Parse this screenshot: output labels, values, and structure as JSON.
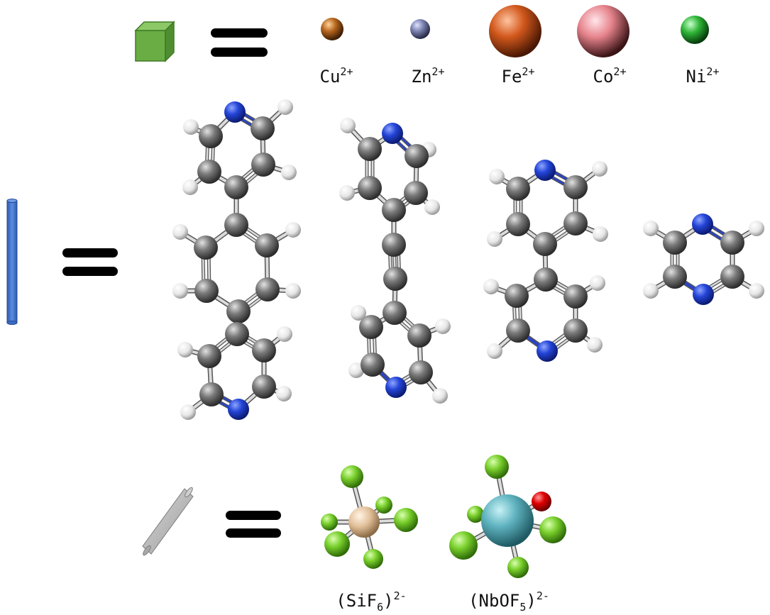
{
  "rows": {
    "metal_nodes": {
      "symbol": "green-cube",
      "ions": [
        {
          "base": "Cu",
          "sup": "2+",
          "color": "#b5651d"
        },
        {
          "base": "Zn",
          "sup": "2+",
          "color": "#7b83b0"
        },
        {
          "base": "Fe",
          "sup": "2+",
          "color": "#d2581c"
        },
        {
          "base": "Co",
          "sup": "2+",
          "color": "#e7848d"
        },
        {
          "base": "Ni",
          "sup": "2+",
          "color": "#2fb537"
        }
      ]
    },
    "organic_linkers": {
      "symbol": "blue-rod",
      "molecules": [
        "bipyridyl-phenylene",
        "bipyridyl-acetylene",
        "4,4'-bipyridine",
        "pyrazine"
      ]
    },
    "pillars": {
      "symbol": "grey-rod",
      "anions": [
        {
          "open": "(SiF",
          "sub": "6",
          "close": ")",
          "sup": "2-"
        },
        {
          "open": "(NbOF",
          "sub": "5",
          "close": ")",
          "sup": "2-"
        }
      ]
    }
  },
  "colors": {
    "carbon": "#6e6e6e",
    "nitrogen": "#1f3fd6",
    "hydrogen": "#e8e8e8",
    "fluorine": "#7bd12e",
    "oxygen": "#e00000",
    "silicon": "#e6c8a2",
    "niobium": "#5fb3c0",
    "cube": "#6aad45",
    "rod_blue": "#4a7bd0",
    "rod_grey": "#bcbcbc"
  }
}
